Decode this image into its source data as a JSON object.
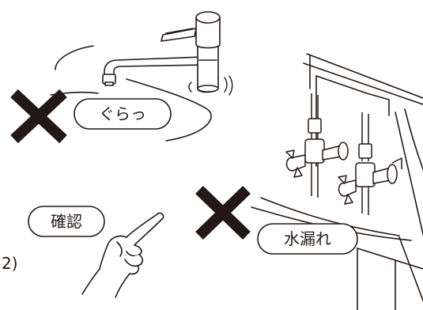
{
  "callouts": {
    "wobble": "ぐらっ",
    "check": "確認",
    "leak": "水漏れ"
  },
  "step_label": "2)",
  "colors": {
    "ink": "#231815",
    "paper": "#ffffff"
  },
  "icons": [
    "cross-mark-icon",
    "cross-mark-icon",
    "pointing-hand-icon",
    "faucet-icon",
    "shutoff-valve-icon"
  ]
}
